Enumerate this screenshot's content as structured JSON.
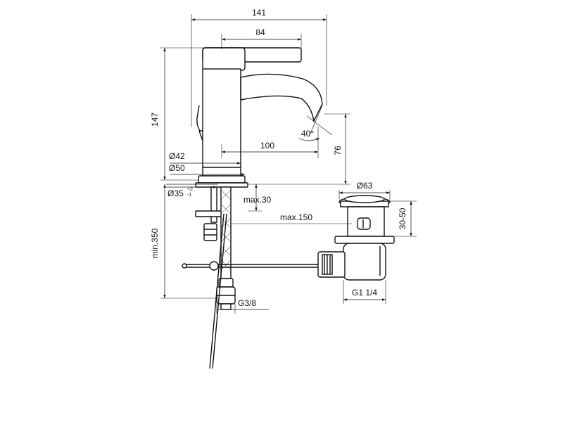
{
  "dimensions": {
    "overall_width": "141",
    "spout_reach_top": "84",
    "overall_height": "147",
    "spout_projection": "100",
    "spout_height": "76",
    "spout_angle": "40°",
    "body_diameter": "Ø42",
    "base_diameter": "Ø50",
    "hole_diameter": "Ø35",
    "hole_tol_plus": "+2",
    "hole_tol_minus": "-1",
    "max_deck": "max.30",
    "max_rod": "max.150",
    "min_length": "min.350",
    "connection": "G3/8",
    "waste_diameter": "Ø63",
    "waste_range": "30-50",
    "waste_thread": "G1 1/4"
  }
}
